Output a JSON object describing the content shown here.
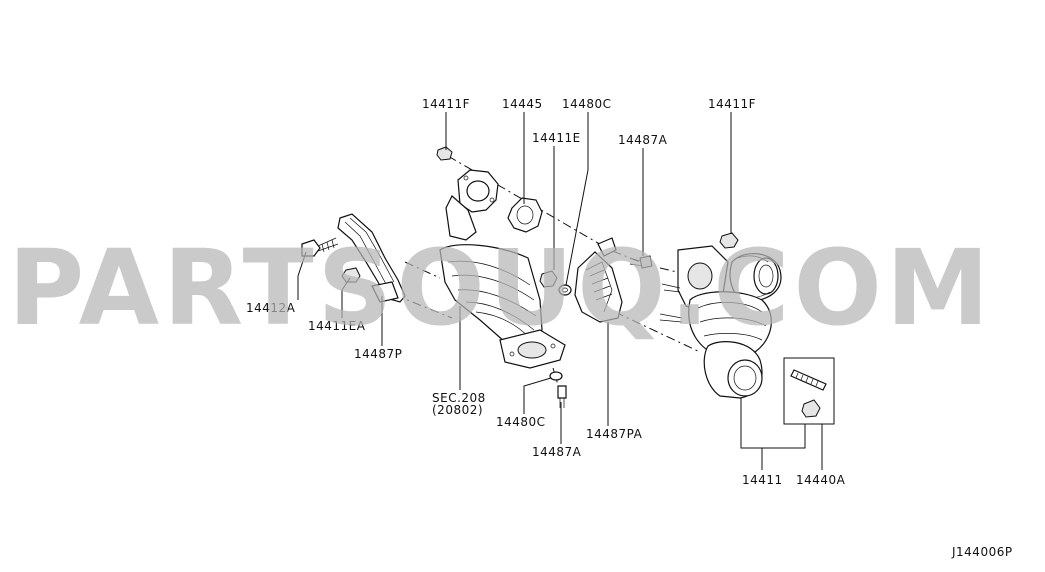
{
  "watermark": "PARTSOUQ.COM",
  "diagram_code": "J144006P",
  "callouts": {
    "c_14411F_left": "14411F",
    "c_14445": "14445",
    "c_14480C_top": "14480C",
    "c_14411E": "14411E",
    "c_14487A_top": "14487A",
    "c_14411F_right": "14411F",
    "c_14412A": "14412A",
    "c_14411EA": "14411EA",
    "c_14487P": "14487P",
    "c_sec": "SEC.208",
    "c_sec_sub": "(20802)",
    "c_14480C_bottom": "14480C",
    "c_14487PA": "14487PA",
    "c_14487A_bottom": "14487A",
    "c_14411": "14411",
    "c_14440A": "14440A"
  }
}
